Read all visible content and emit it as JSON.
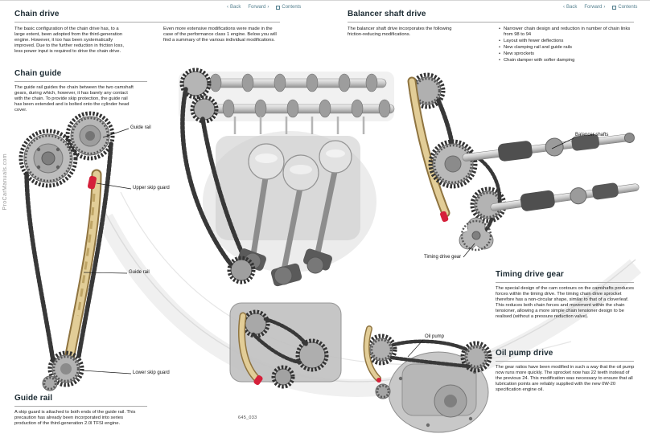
{
  "nav": {
    "back_icon": "‹",
    "back": "Back",
    "forward": "Forward",
    "forward_icon": "›",
    "contents": "Contents"
  },
  "watermark": "ProCarManuals.com",
  "figure_code": "645_033",
  "left_page": {
    "title": "Chain drive",
    "intro_col1": "The basic configuration of the chain drive has, to a large extent, been adopted from the third-generation engine. However, it too has been systematically improved. Due to the further reduction in friction loss, less power input is required to drive the chain drive.",
    "intro_col2": "Even more extensive modifications were made in the case of the performance class 1 engine. Below you will find a summary of the various individual modifications.",
    "section_chain_guide": {
      "title": "Chain guide",
      "body": "The guide rail guides the chain between the two camshaft gears, during which, however, it has barely any contact with the chain. To provide skip protection, the guide rail has been extended and is bolted onto the cylinder head cover."
    },
    "section_guide_rail": {
      "title": "Guide rail",
      "body": "A skip guard is attached to both ends of the guide rail. This precaution has already been incorporated into series production of the third-generation 2.0l TFSI engine."
    },
    "labels": {
      "guide_rail_top": "Guide rail",
      "upper_skip_guard": "Upper skip guard",
      "guide_rail_mid": "Guide rail",
      "lower_skip_guard": "Lower skip guard"
    }
  },
  "right_page": {
    "title": "Balancer shaft drive",
    "intro": "The balancer shaft drive incorporates the following friction-reducing modifications.",
    "bullets": [
      "Narrower chain design and reduction in number of chain links from 98 to 94",
      "Layout with fewer deflections",
      "New clamping rail and guide rails",
      "New sprockets",
      "Chain damper with softer damping"
    ],
    "labels": {
      "balancer_shafts": "Balancer shafts",
      "timing_drive_gear": "Timing drive gear",
      "oil_pump": "Oil pump"
    },
    "section_timing": {
      "title": "Timing drive gear",
      "body": "The special design of the cam contours on the camshafts produces forces within the timing drive. The timing chain drive sprocket therefore has a non-circular shape, similar to that of a cloverleaf. This reduces both chain forces and movement within the chain tensioner, allowing a more simple chain tensioner design to be realised (without a pressure reduction valve)."
    },
    "section_oil_pump": {
      "title": "Oil pump drive",
      "body": "The gear ratios have been modified in such a way that the oil pump now runs more quickly. The sprocket now has 22 teeth instead of the previous 24. This modification was necessary to ensure that all lubrication points are reliably supplied with the new 0W-20 specification engine oil."
    }
  },
  "colors": {
    "heading": "#1c2b33",
    "nav": "#55808f",
    "skip_guard_red": "#d5203a",
    "guide_rail_tan": "#e2cd97",
    "body_text": "#1c1c1c"
  }
}
